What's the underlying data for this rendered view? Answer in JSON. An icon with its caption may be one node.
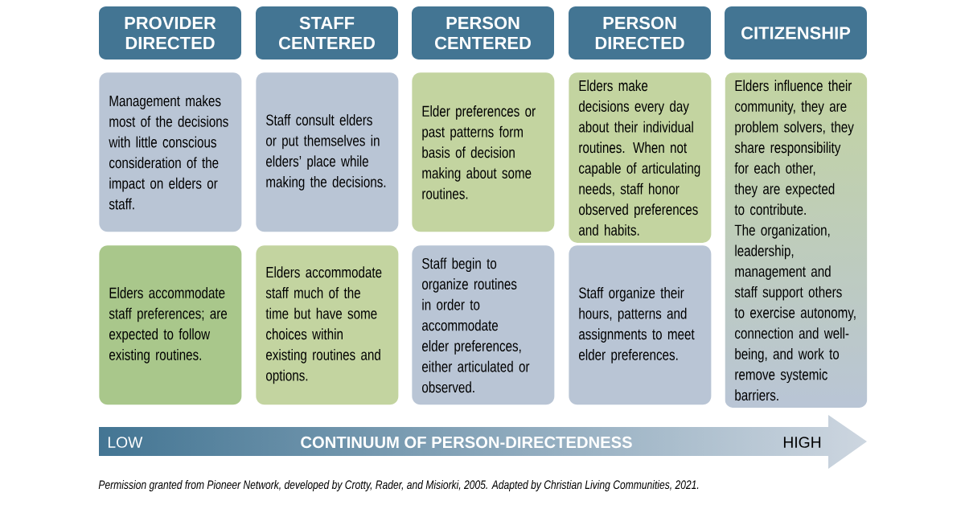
{
  "diagram": {
    "caption": "Permission granted from Pioneer Network, developed by Crotty, Rader, and Misiorki, 2005. Adapted by Christian Living Communities, 2021.",
    "nodes": [
      {
        "text": [
          "PROVIDER DIRECTED"
        ]
      },
      {
        "text": [
          "STAFF CENTERED"
        ]
      },
      {
        "text": [
          "PERSON CENTERED"
        ]
      },
      {
        "text": [
          "PERSON DIRECTED"
        ]
      },
      {
        "text": [
          "CITIZENSHIP"
        ]
      },
      {
        "text": [
          "Management makes most of the decisions with little conscious consideration of the impact on elders or staff."
        ]
      },
      {
        "text": [
          "Staff consult elders or put themselves in elders’ place while making the decisions."
        ]
      },
      {
        "text": [
          "Elder preferences or past patterns form basis of decision making about some routines."
        ]
      },
      {
        "text": [
          "Elders make decisions every day about their individual routines. When not capable of articulating needs, staff honor observed preferences and habits."
        ]
      },
      {
        "text": [
          "Elders influence their community, they are problem solvers, they share responsibility for each other, they are expected to contribute. The organization, leadership, management and staff support others to exercise autonomy, connection and well-being, and work to remove systemic barriers."
        ]
      },
      {
        "text": [
          "Elders accommodate staff preferences; are expected to follow existing routines."
        ]
      },
      {
        "text": [
          "Elders accommodate staff much of the time but have some choices within existing routines and options."
        ]
      },
      {
        "text": [
          "Staff begin to organize routines in order to accommodate elder preferences, either articulated or observed."
        ]
      },
      {
        "text": [
          "Staff organize their hours, patterns and assignments to meet elder preferences."
        ]
      }
    ],
    "labels": [
      "LOW",
      "CONTINUUM OF PERSON-DIRECTEDNESS",
      "HIGH"
    ]
  }
}
